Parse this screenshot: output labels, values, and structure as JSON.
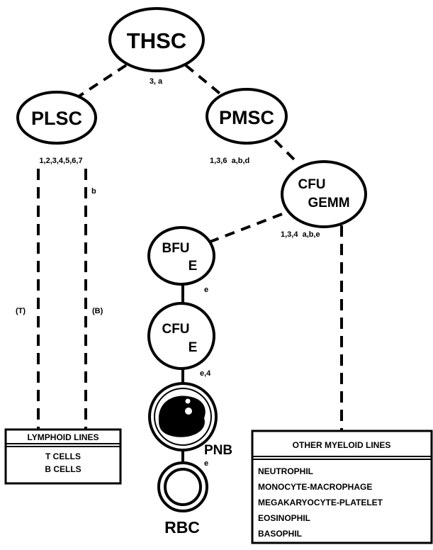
{
  "nodes": {
    "thsc": "THSC",
    "plsc": "PLSC",
    "pmsc": "PMSC",
    "cfu_gemm_1": "CFU",
    "cfu_gemm_2": "GEMM",
    "bfu_e_1": "BFU",
    "bfu_e_2": "E",
    "cfu_e_1": "CFU",
    "cfu_e_2": "E",
    "pnb": "PNB",
    "rbc": "RBC"
  },
  "edge_labels": {
    "thsc_split": "3, a",
    "plsc_markers": "1,2,3,4,5,6,7",
    "pmsc_markers": "1,3,6  a,b,d",
    "b_line": "b",
    "gemm_markers": "1,3,4  a,b,e",
    "bfu_to_cfu": "e",
    "cfu_to_pnb": "e,4",
    "pnb_to_rbc": "e",
    "t_line": "(T)",
    "b_line_paren": "(B)"
  },
  "lymphoid_box": {
    "title": "LYMPHOID LINES",
    "items": [
      "T CELLS",
      "B CELLS"
    ]
  },
  "myeloid_box": {
    "title": "OTHER MYELOID LINES",
    "items": [
      "NEUTROPHIL",
      "MONOCYTE-MACROPHAGE",
      "MEGAKARYOCYTE-PLATELET",
      "EOSINOPHIL",
      "BASOPHIL"
    ]
  }
}
